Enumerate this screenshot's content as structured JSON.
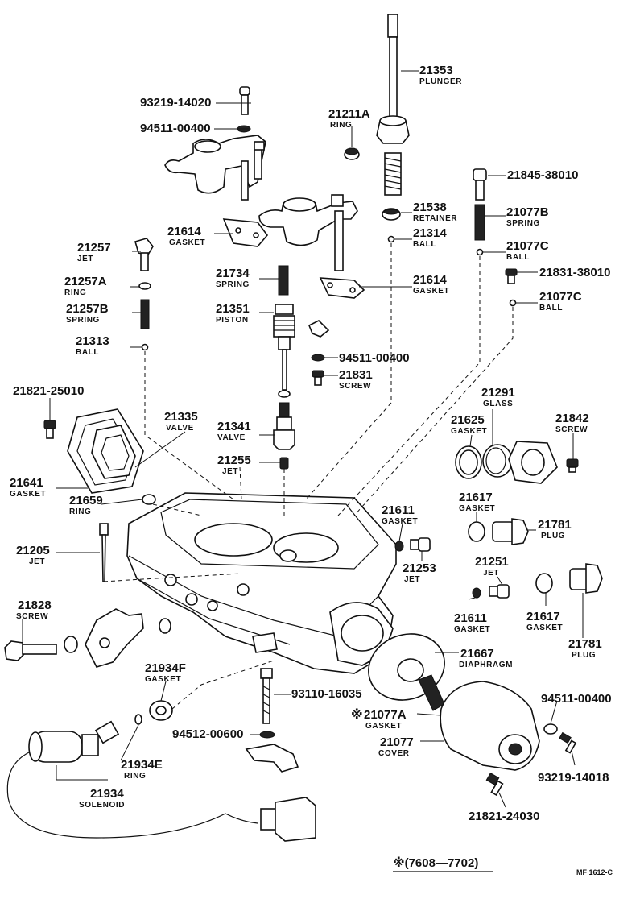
{
  "parts": {
    "p21353": {
      "num": "21353",
      "name": "PLUNGER"
    },
    "p93219_14020": {
      "num": "93219-14020"
    },
    "p94511_00400_top": {
      "num": "94511-00400"
    },
    "p21211A": {
      "num": "21211A",
      "name": "RING"
    },
    "p21845": {
      "num": "21845-38010"
    },
    "p21538": {
      "num": "21538",
      "name": "RETAINER"
    },
    "p21077B": {
      "num": "21077B",
      "name": "SPRING"
    },
    "p21614_top": {
      "num": "21614",
      "name": "GASKET"
    },
    "p21314": {
      "num": "21314",
      "name": "BALL"
    },
    "p21077C_1": {
      "num": "21077C",
      "name": "BALL"
    },
    "p21257": {
      "num": "21257",
      "name": "JET"
    },
    "p21831_38010": {
      "num": "21831-38010"
    },
    "p21734": {
      "num": "21734",
      "name": "SPRING"
    },
    "p21614_mid": {
      "num": "21614",
      "name": "GASKET"
    },
    "p21257A": {
      "num": "21257A",
      "name": "RING"
    },
    "p21077C_2": {
      "num": "21077C",
      "name": "BALL"
    },
    "p21257B": {
      "num": "21257B",
      "name": "SPRING"
    },
    "p21351": {
      "num": "21351",
      "name": "PISTON"
    },
    "p21313": {
      "num": "21313",
      "name": "BALL"
    },
    "p94511_00400_mid": {
      "num": "94511-00400"
    },
    "p21831": {
      "num": "21831",
      "name": "SCREW"
    },
    "p21821_25010": {
      "num": "21821-25010"
    },
    "p21335": {
      "num": "21335",
      "name": "VALVE"
    },
    "p21291": {
      "num": "21291",
      "name": "GLASS"
    },
    "p21625": {
      "num": "21625",
      "name": "GASKET"
    },
    "p21842": {
      "num": "21842",
      "name": "SCREW"
    },
    "p21341": {
      "num": "21341",
      "name": "VALVE"
    },
    "p21255": {
      "num": "21255",
      "name": "JET"
    },
    "p21641": {
      "num": "21641",
      "name": "GASKET"
    },
    "p21617_top": {
      "num": "21617",
      "name": "GASKET"
    },
    "p21659": {
      "num": "21659",
      "name": "RING"
    },
    "p21611_top": {
      "num": "21611",
      "name": "GASKET"
    },
    "p21781_top": {
      "num": "21781",
      "name": "PLUG"
    },
    "p21205": {
      "num": "21205",
      "name": "JET"
    },
    "p21253": {
      "num": "21253",
      "name": "JET"
    },
    "p21251": {
      "num": "21251",
      "name": "JET"
    },
    "p21611_bot": {
      "num": "21611",
      "name": "GASKET"
    },
    "p21617_bot": {
      "num": "21617",
      "name": "GASKET"
    },
    "p21828": {
      "num": "21828",
      "name": "SCREW"
    },
    "p21781_bot": {
      "num": "21781",
      "name": "PLUG"
    },
    "p21667": {
      "num": "21667",
      "name": "DIAPHRAGM"
    },
    "p21934F": {
      "num": "21934F",
      "name": "GASKET"
    },
    "p93110": {
      "num": "93110-16035"
    },
    "p94511_00400_bot": {
      "num": "94511-00400"
    },
    "p21077A": {
      "num": "21077A",
      "name": "GASKET"
    },
    "p21077": {
      "num": "21077",
      "name": "COVER"
    },
    "p94512": {
      "num": "94512-00600"
    },
    "p93219_14018": {
      "num": "93219-14018"
    },
    "p21934E": {
      "num": "21934E",
      "name": "RING"
    },
    "p21934": {
      "num": "21934",
      "name": "SOLENOID"
    },
    "p21821_24030": {
      "num": "21821-24030"
    }
  },
  "footnote_mark": "※",
  "period_note": "※(7608—7702)",
  "plate_code": "MF 1612-C"
}
